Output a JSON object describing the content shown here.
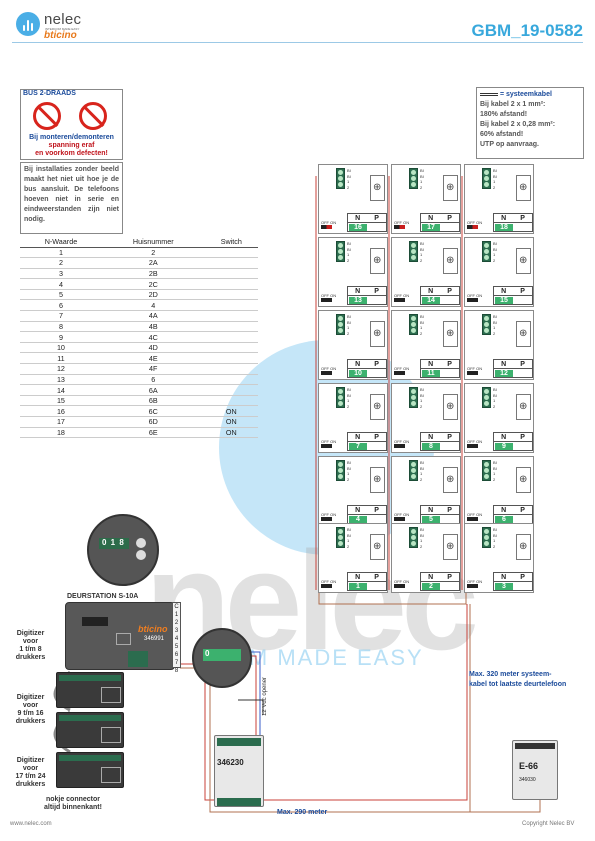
{
  "header": {
    "brand": "nelec",
    "brand_sub": "INTERCOM MADE EASY",
    "brand2": "bticino",
    "doc_code": "GBM_19-0582"
  },
  "warning": {
    "title": "BUS 2-DRAADS",
    "line1": "Bij monteren/demonteren",
    "line2": "spanning eraf",
    "line3": "en voorkom defecten!"
  },
  "info": {
    "text": "Bij installaties zonder beeld maakt het niet uit hoe je de bus aansluit. De telefoons hoeven niet in serie en eindweerstanden zijn niet nodig."
  },
  "system": {
    "title": "= systeemkabel",
    "l1": "Bij kabel 2 x 1 mm²:",
    "l2": "180% afstand!",
    "l3": "Bij kabel 2 x 0,28 mm²:",
    "l4": "60% afstand!",
    "l5": "UTP op aanvraag."
  },
  "table": {
    "headers": [
      "N-Waarde",
      "Huisnummer",
      "Switch"
    ],
    "rows": [
      [
        "1",
        "2",
        ""
      ],
      [
        "2",
        "2A",
        ""
      ],
      [
        "3",
        "2B",
        ""
      ],
      [
        "4",
        "2C",
        ""
      ],
      [
        "5",
        "2D",
        ""
      ],
      [
        "6",
        "4",
        ""
      ],
      [
        "7",
        "4A",
        ""
      ],
      [
        "8",
        "4B",
        ""
      ],
      [
        "9",
        "4C",
        ""
      ],
      [
        "10",
        "4D",
        ""
      ],
      [
        "11",
        "4E",
        ""
      ],
      [
        "12",
        "4F",
        ""
      ],
      [
        "13",
        "6",
        ""
      ],
      [
        "14",
        "6A",
        ""
      ],
      [
        "15",
        "6B",
        ""
      ],
      [
        "16",
        "6C",
        "ON"
      ],
      [
        "17",
        "6D",
        "ON"
      ],
      [
        "18",
        "6E",
        "ON"
      ]
    ]
  },
  "units": [
    [
      "16",
      "17",
      "18"
    ],
    [
      "13",
      "14",
      "15"
    ],
    [
      "10",
      "11",
      "12"
    ],
    [
      "7",
      "8",
      "9"
    ],
    [
      "4",
      "5",
      "6"
    ],
    [
      "1",
      "2",
      "3"
    ]
  ],
  "unit_labels": {
    "n": "N",
    "p": "P",
    "off_on": "OFF ON",
    "t1": "BI",
    "t2": "BI",
    "t3": "1",
    "t4": "2"
  },
  "doorstation": {
    "label": "DEURSTATION S-10A",
    "model": "346991",
    "brand": "bticino",
    "terminals": [
      "C",
      "1",
      "2",
      "3",
      "4",
      "5",
      "6",
      "7",
      "8"
    ],
    "zoom_code": "0 1 8"
  },
  "digitizers": [
    {
      "l1": "Digitizer",
      "l2": "voor",
      "l3": "1 t/m 8",
      "l4": "drukkers"
    },
    {
      "l1": "Digitizer",
      "l2": "voor",
      "l3": "9 t/m 16",
      "l4": "drukkers"
    },
    {
      "l1": "Digitizer",
      "l2": "voor",
      "l3": "17 t/m 24",
      "l4": "drukkers"
    }
  ],
  "nokje": {
    "l1": "nokje connector",
    "l2": "altijd binnenkant!"
  },
  "supply": {
    "model": "346230",
    "opener": "12 Vdc opener"
  },
  "e66": {
    "label": "E-66",
    "model": "346030"
  },
  "notes": {
    "max320_l1": "Max. 320 meter systeem-",
    "max320_l2": "kabel tot laatste deurtelefoon",
    "max290": "Max. 290 meter"
  },
  "footer": {
    "left": "www.nelec.com",
    "right": "Copyright Nelec BV"
  },
  "watermark": {
    "word": "nelec",
    "tag": "RCOM MADE EASY"
  },
  "colors": {
    "accent": "#38a8dc",
    "green_label": "#3cb16e",
    "wire_red": "#c8423a",
    "wire_blue": "#3a5ec8"
  }
}
